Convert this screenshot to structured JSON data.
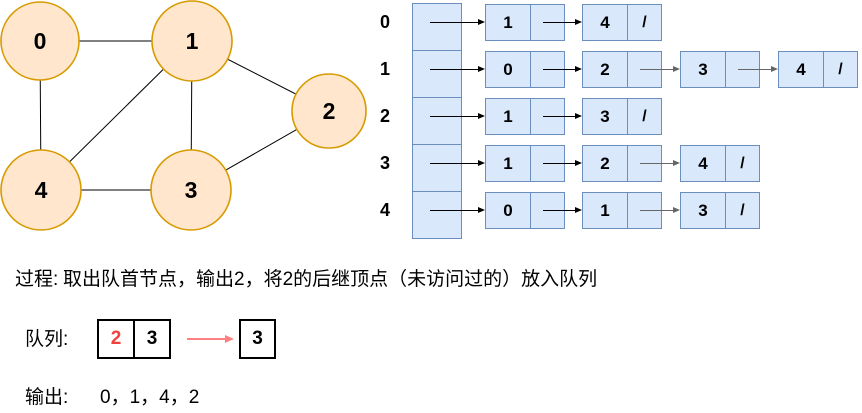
{
  "colors": {
    "node_fill": "#FFE6CC",
    "node_stroke": "#D79B00",
    "cell_fill": "#DAE8FC",
    "cell_stroke": "#6C8EBF",
    "highlight_red": "#F2413C",
    "arrow_red": "#FF8080",
    "arrow_gray": "#666666",
    "arrow_black": "#000000"
  },
  "graph": {
    "nodes": [
      {
        "label": "0"
      },
      {
        "label": "1"
      },
      {
        "label": "2"
      },
      {
        "label": "3"
      },
      {
        "label": "4"
      }
    ],
    "edges": [
      "0-1",
      "0-4",
      "1-2",
      "1-3",
      "1-4",
      "2-3",
      "3-4"
    ]
  },
  "adjacency": {
    "rows": [
      {
        "index": "0",
        "nodes": [
          {
            "value": "1",
            "pointer": ""
          },
          {
            "value": "4",
            "pointer": "/"
          }
        ]
      },
      {
        "index": "1",
        "nodes": [
          {
            "value": "0",
            "pointer": ""
          },
          {
            "value": "2",
            "pointer": ""
          },
          {
            "value": "3",
            "pointer": ""
          },
          {
            "value": "4",
            "pointer": "/"
          }
        ]
      },
      {
        "index": "2",
        "nodes": [
          {
            "value": "1",
            "pointer": ""
          },
          {
            "value": "3",
            "pointer": "/"
          }
        ]
      },
      {
        "index": "3",
        "nodes": [
          {
            "value": "1",
            "pointer": ""
          },
          {
            "value": "2",
            "pointer": ""
          },
          {
            "value": "4",
            "pointer": "/"
          }
        ]
      },
      {
        "index": "4",
        "nodes": [
          {
            "value": "0",
            "pointer": ""
          },
          {
            "value": "1",
            "pointer": ""
          },
          {
            "value": "3",
            "pointer": "/"
          }
        ]
      }
    ]
  },
  "process": {
    "label": "过程:",
    "text": "取出队首节点，输出2，将2的后继顶点（未访问过的）放入队列"
  },
  "queue": {
    "label": "队列:",
    "before": [
      "2",
      "3"
    ],
    "after": [
      "3"
    ]
  },
  "output": {
    "label": "输出:",
    "text": "0，1，4，2"
  }
}
